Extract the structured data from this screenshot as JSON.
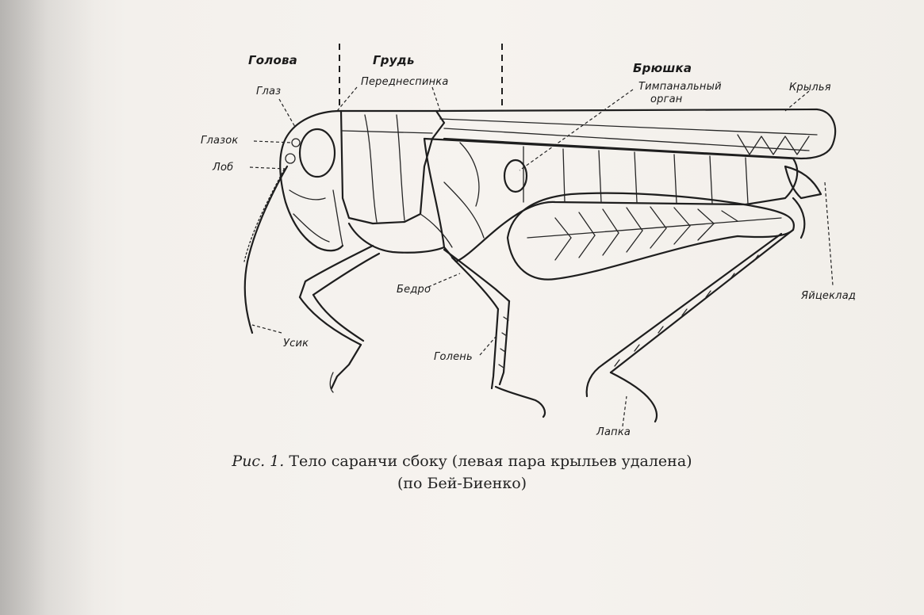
{
  "diagram": {
    "labels": {
      "head": "Голова",
      "thorax": "Грудь",
      "abdomen": "Брюшка",
      "eye": "Глаз",
      "ocellus": "Глазок",
      "frons": "Лоб",
      "pronotum": "Переднеспинка",
      "tympanal_organ_line1": "Тимпанальный",
      "tympanal_organ_line2": "орган",
      "wings": "Крылья",
      "ovipositor": "Яйцеклад",
      "femur": "Бедро",
      "tibia": "Голень",
      "antenna": "Усик",
      "tarsus": "Лапка"
    },
    "caption": {
      "figure": "Рис. 1.",
      "line1": "Тело саранчи сбоку (левая пара крыльев удалена)",
      "line2": "(по Бей-Биенко)"
    }
  }
}
